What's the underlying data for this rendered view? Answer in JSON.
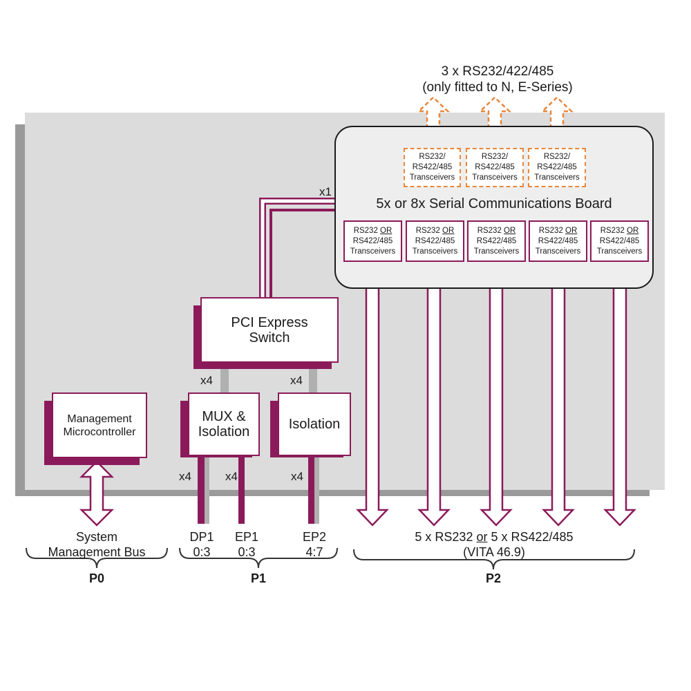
{
  "optional_ports_title_line1": "3 x RS232/422/485",
  "optional_ports_title_line2": "(only fitted to N, E-Series)",
  "optional_transceivers": [
    {
      "line1": "RS232/",
      "line2": "RS422/485",
      "line3": "Transceivers"
    },
    {
      "line1": "RS232/",
      "line2": "RS422/485",
      "line3": "Transceivers"
    },
    {
      "line1": "RS232/",
      "line2": "RS422/485",
      "line3": "Transceivers"
    }
  ],
  "serial_board_title": "5x or 8x Serial Communications Board",
  "transceivers": [
    {
      "a": "RS232 ",
      "or": "OR",
      "b": "RS422/485",
      "c": "Transceivers"
    },
    {
      "a": "RS232 ",
      "or": "OR",
      "b": "RS422/485",
      "c": "Transceivers"
    },
    {
      "a": "RS232 ",
      "or": "OR",
      "b": "RS422/485",
      "c": "Transceivers"
    },
    {
      "a": "RS232 ",
      "or": "OR",
      "b": "RS422/485",
      "c": "Transceivers"
    },
    {
      "a": "RS232 ",
      "or": "OR",
      "b": "RS422/485",
      "c": "Transceivers"
    }
  ],
  "pcie_switch_line1": "PCI Express",
  "pcie_switch_line2": "Switch",
  "mux_line1": "MUX &",
  "mux_line2": "Isolation",
  "isolation": "Isolation",
  "mgmt_line1": "Management",
  "mgmt_line2": "Microcontroller",
  "lane_labels": {
    "x1": "x1",
    "x4_mux_top": "x4",
    "x4_iso_top": "x4",
    "x4_dp1": "x4",
    "x4_ep1": "x4",
    "x4_ep2": "x4"
  },
  "p0_line1": "System",
  "p0_line2": "Management Bus",
  "dp1_line1": "DP1",
  "dp1_line2": "0:3",
  "ep1_line1": "EP1",
  "ep1_line2": "0:3",
  "ep2_line1": "EP2",
  "ep2_line2": "4:7",
  "p2_line1_a": "5 x RS232 ",
  "p2_line1_or": "or",
  "p2_line1_b": " 5 x RS422/485",
  "p2_line2": "(VITA 46.9)",
  "connectors": {
    "p0": "P0",
    "p1": "P1",
    "p2": "P2"
  },
  "colors": {
    "accent": "#8b1a5a",
    "optional": "#e8863a",
    "board": "#dcdcdc",
    "board_shadow": "#9a9a9a",
    "lane": "#b0b0b0"
  }
}
